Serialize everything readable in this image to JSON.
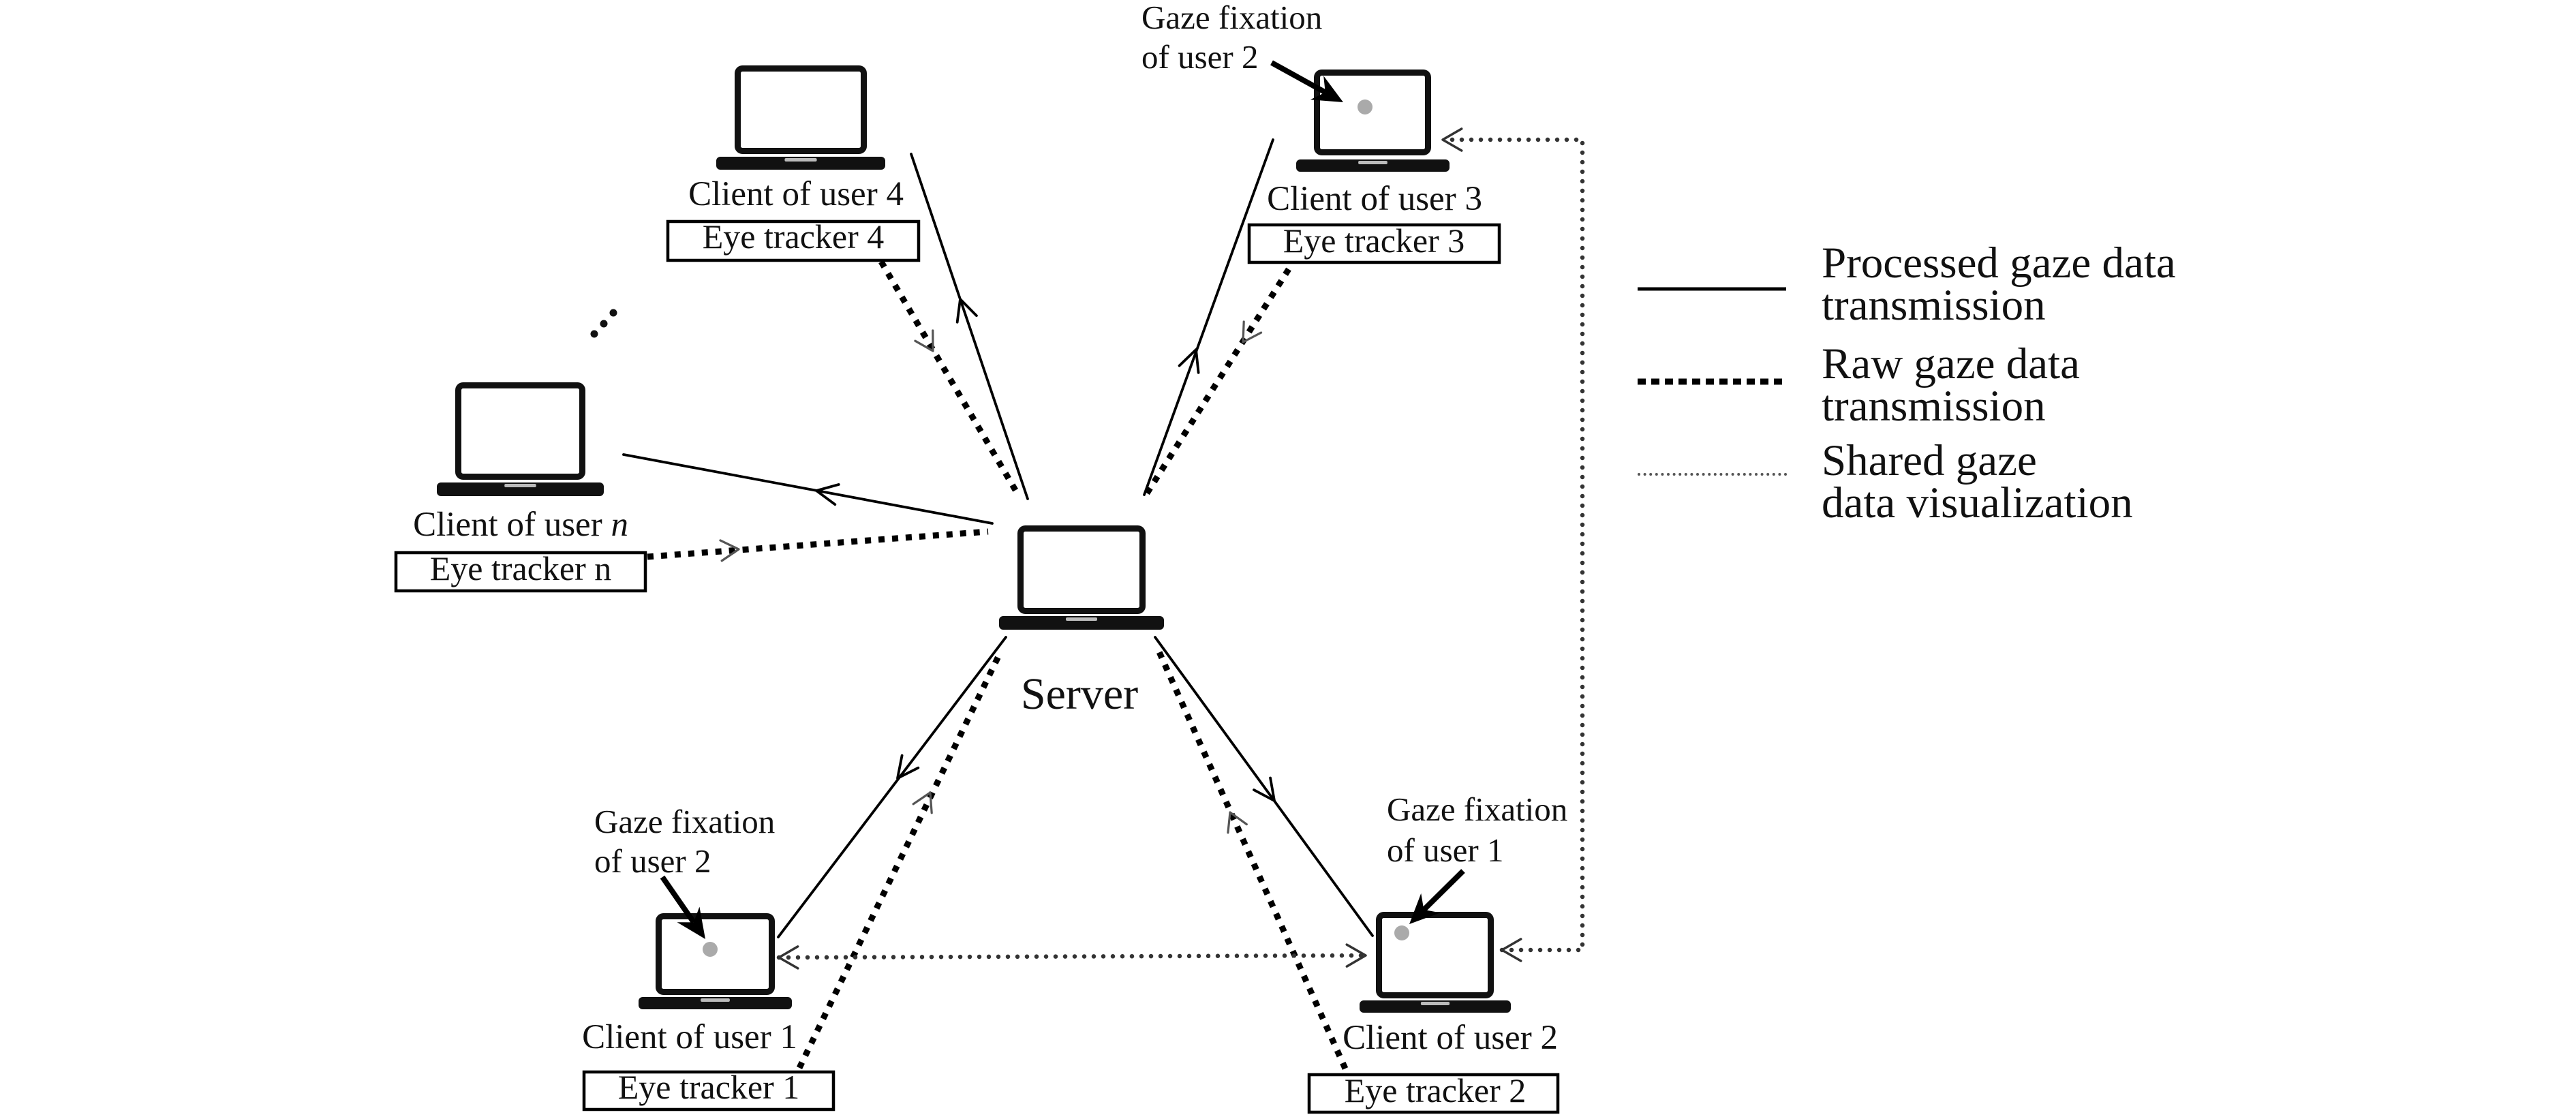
{
  "server": {
    "id": "server",
    "label": "Server"
  },
  "clients": [
    {
      "id": "user4",
      "label": "Client of user ",
      "index": "4",
      "index_italic": false,
      "eye_tracker": "Eye tracker 4",
      "shows_gaze_dot": false
    },
    {
      "id": "user3",
      "label": "Client of user ",
      "index": "3",
      "index_italic": false,
      "eye_tracker": "Eye tracker 3",
      "shows_gaze_dot": true
    },
    {
      "id": "usern",
      "label": "Client of user ",
      "index": "n",
      "index_italic": true,
      "eye_tracker": "Eye tracker n",
      "shows_gaze_dot": false
    },
    {
      "id": "user1",
      "label": "Client of user ",
      "index": "1",
      "index_italic": false,
      "eye_tracker": "Eye tracker 1",
      "shows_gaze_dot": true
    },
    {
      "id": "user2",
      "label": "Client of user ",
      "index": "2",
      "index_italic": false,
      "eye_tracker": "Eye tracker 2",
      "shows_gaze_dot": true
    }
  ],
  "more_clients_indicator": "ellipsis",
  "annotations": [
    {
      "id": "gaze-on-user3",
      "line1": "Gaze fixation",
      "line2": "of user 2",
      "points_to": "user3"
    },
    {
      "id": "gaze-on-user1",
      "line1": "Gaze fixation",
      "line2": "of user 2",
      "points_to": "user1"
    },
    {
      "id": "gaze-on-user2",
      "line1": "Gaze fixation",
      "line2": "of user 1",
      "points_to": "user2"
    }
  ],
  "edges": [
    {
      "id": "p4",
      "type": "processed",
      "from": "server",
      "to": "user4"
    },
    {
      "id": "p3",
      "type": "processed",
      "from": "server",
      "to": "user3"
    },
    {
      "id": "pn",
      "type": "processed",
      "from": "server",
      "to": "usern"
    },
    {
      "id": "p1",
      "type": "processed",
      "from": "server",
      "to": "user1"
    },
    {
      "id": "p2",
      "type": "processed",
      "from": "server",
      "to": "user2"
    },
    {
      "id": "r4",
      "type": "raw",
      "from": "eye-tracker-4",
      "to": "server"
    },
    {
      "id": "r3",
      "type": "raw",
      "from": "eye-tracker-3",
      "to": "server"
    },
    {
      "id": "rn",
      "type": "raw",
      "from": "eye-tracker-n",
      "to": "server"
    },
    {
      "id": "r1",
      "type": "raw",
      "from": "eye-tracker-1",
      "to": "server"
    },
    {
      "id": "r2",
      "type": "raw",
      "from": "eye-tracker-2",
      "to": "server"
    },
    {
      "id": "s12",
      "type": "shared",
      "from": "user1",
      "to": "user2",
      "bidirectional": true
    },
    {
      "id": "s23",
      "type": "shared",
      "from": "user2",
      "to": "user3",
      "bidirectional": true
    }
  ],
  "legend": [
    {
      "type": "processed",
      "line1": "Processed gaze data",
      "line2": "transmission"
    },
    {
      "type": "raw",
      "line1": "Raw gaze data",
      "line2": "transmission"
    },
    {
      "type": "shared",
      "line1": "Shared gaze",
      "line2": "data visualization"
    }
  ],
  "colors": {
    "line": "#000000",
    "raw_arrowhead": "#555555",
    "shared_line": "#333333",
    "gaze_dot": "#aaaaaa",
    "text": "#111111",
    "background": "#ffffff"
  }
}
